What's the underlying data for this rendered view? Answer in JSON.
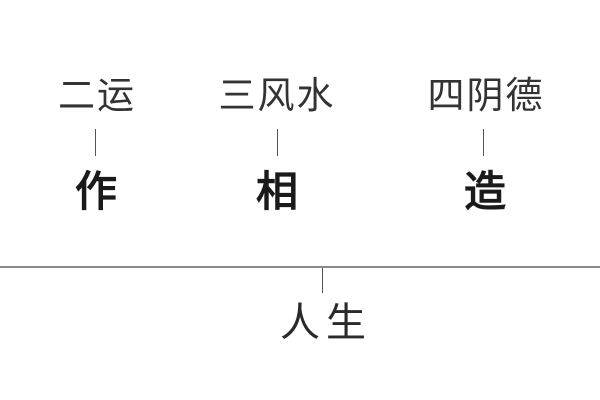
{
  "diagram": {
    "top_row": [
      {
        "label": "二运"
      },
      {
        "label": "三风水"
      },
      {
        "label": "四阴德"
      }
    ],
    "middle_row": [
      {
        "label": "作"
      },
      {
        "label": "相"
      },
      {
        "label": "造"
      }
    ],
    "root": {
      "label": "人生"
    },
    "colors": {
      "background": "#ffffff",
      "text": "#222222",
      "connector": "#555555",
      "baseline": "#8a8a8a"
    }
  }
}
